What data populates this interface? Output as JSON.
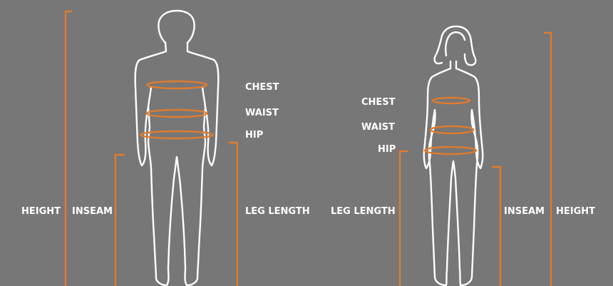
{
  "colors": {
    "background": "#777777",
    "outline": "#ffffff",
    "measure": "#e07b2c",
    "label": "#ffffff"
  },
  "male": {
    "chest": "CHEST",
    "waist": "WAIST",
    "hip": "HIP",
    "height": "HEIGHT",
    "inseam": "INSEAM",
    "leg_length": "LEG LENGTH"
  },
  "female": {
    "chest": "CHEST",
    "waist": "WAIST",
    "hip": "HIP",
    "leg_length": "LEG LENGTH",
    "inseam": "INSEAM",
    "height": "HEIGHT"
  }
}
